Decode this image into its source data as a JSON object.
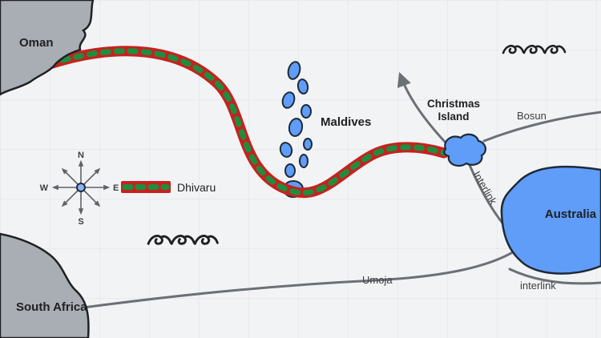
{
  "map": {
    "regions": {
      "oman": "Oman",
      "south_africa": "South Africa",
      "maldives": "Maldives",
      "christmas_island_line1": "Christmas",
      "christmas_island_line2": "Island",
      "australia": "Australia"
    },
    "cables": {
      "dhivaru": "Dhivaru",
      "bosun": "Bosun",
      "interlink_mid": "Interlink",
      "interlink_bottom": "interlink",
      "umoja": "Umoja"
    },
    "compass": {
      "n": "N",
      "e": "E",
      "s": "S",
      "w": "W"
    },
    "colors": {
      "land_gray": "#a9adb4",
      "island_blue": "#5f9df8",
      "cable_red": "#c5221f",
      "cable_green": "#1e8e3e",
      "route_gray": "#6b7075",
      "outline_dark": "#1f2a37"
    }
  }
}
